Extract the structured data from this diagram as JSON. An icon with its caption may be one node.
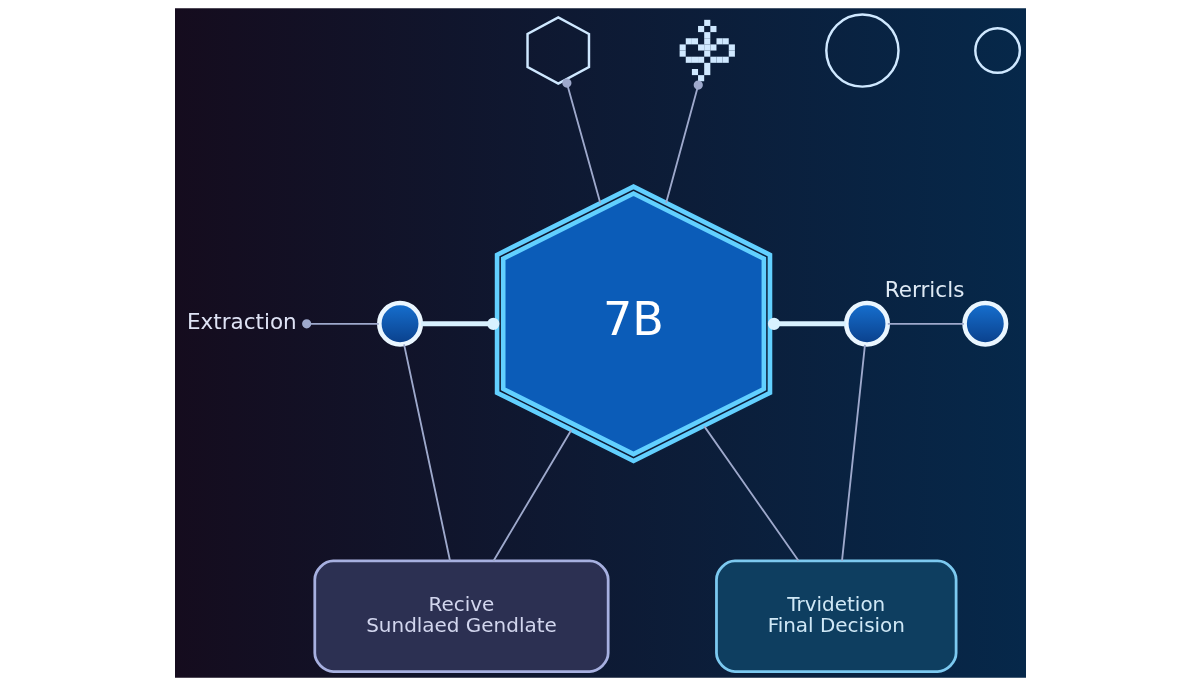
{
  "diagram": {
    "nodes": [
      {
        "text": [],
        "shape": "hexagon"
      },
      {
        "text": [],
        "shape": "picture"
      },
      {
        "text": [],
        "shape": "circle"
      },
      {
        "text": [],
        "shape": "circle"
      },
      {
        "text": [
          "Extraction"
        ]
      },
      {
        "text": [],
        "shape": "circle"
      },
      {
        "text": [
          "7B"
        ]
      },
      {
        "text": [],
        "shape": "circle"
      },
      {
        "text": [],
        "shape": "circle",
        "beside": [
          "Rerricls"
        ]
      },
      {
        "text": [
          "Recive",
          "Sundlaed Gendlate"
        ]
      },
      {
        "text": [
          "Trvidetion",
          "Final Decision"
        ]
      }
    ],
    "edges": [
      {
        "from": 4,
        "to": 5,
        "arrow": "other"
      },
      {
        "from": 5,
        "to": 6,
        "arrow": "other",
        "style": "thick",
        "color": "#d8f1ff"
      },
      {
        "from": 6,
        "to": 7,
        "arrow": "other",
        "style": "thick",
        "color": "#d8f1ff"
      },
      {
        "from": 7,
        "to": 8,
        "arrow": "none"
      },
      {
        "from": 0,
        "to": 6,
        "arrow": "other"
      },
      {
        "from": 1,
        "to": 6,
        "arrow": "other"
      },
      {
        "from": 5,
        "to": 9,
        "arrow": "none"
      },
      {
        "from": 6,
        "to": 9,
        "arrow": "none"
      },
      {
        "from": 6,
        "to": 10,
        "arrow": "none"
      },
      {
        "from": 7,
        "to": 10,
        "arrow": "none"
      }
    ]
  }
}
